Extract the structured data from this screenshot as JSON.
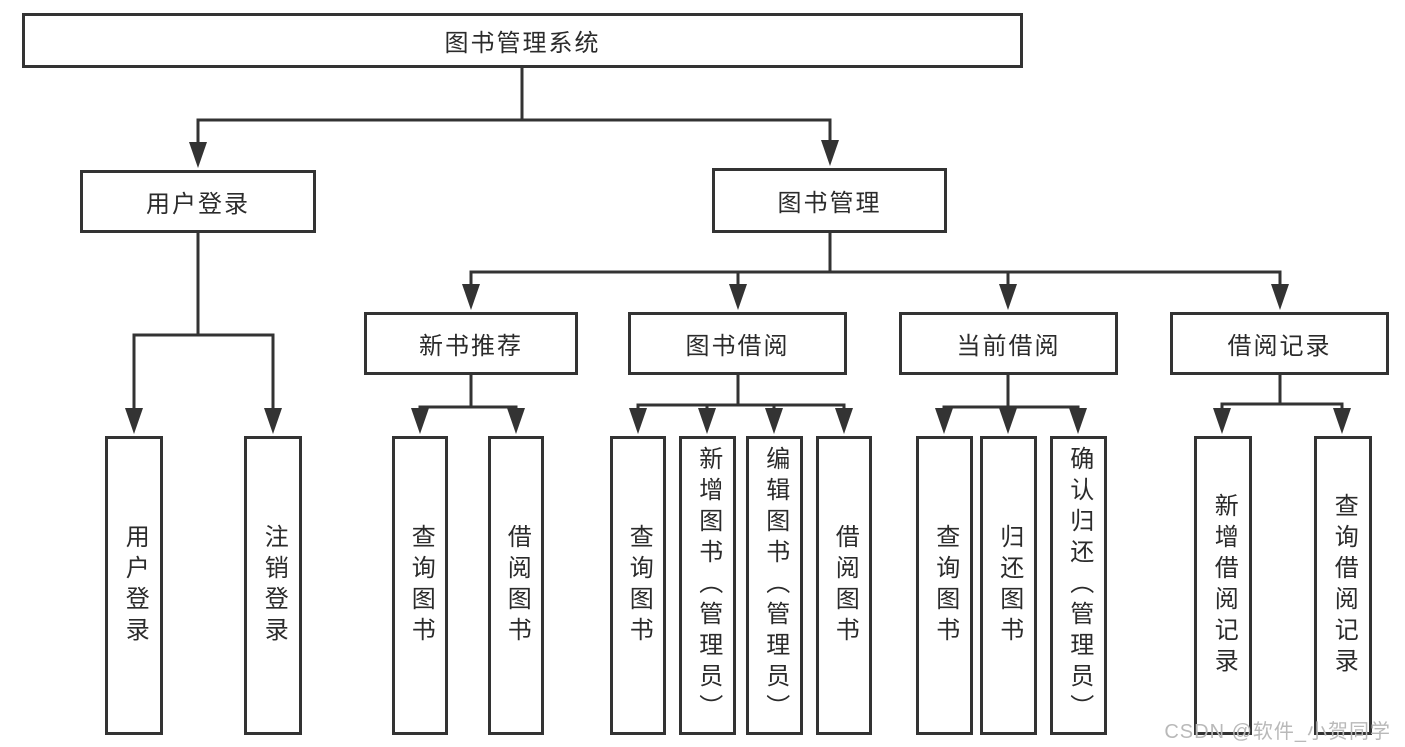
{
  "diagram": {
    "type": "tree",
    "root": {
      "label": "图书管理系统"
    },
    "branches": [
      {
        "label": "用户登录",
        "children": [
          {
            "label": "用户登录"
          },
          {
            "label": "注销登录"
          }
        ]
      },
      {
        "label": "图书管理",
        "children": [
          {
            "label": "新书推荐",
            "children": [
              {
                "label": "查询图书"
              },
              {
                "label": "借阅图书"
              }
            ]
          },
          {
            "label": "图书借阅",
            "children": [
              {
                "label": "查询图书"
              },
              {
                "label": "新增图书（管理员）"
              },
              {
                "label": "编辑图书（管理员）"
              },
              {
                "label": "借阅图书"
              }
            ]
          },
          {
            "label": "当前借阅",
            "children": [
              {
                "label": "查询图书"
              },
              {
                "label": "归还图书"
              },
              {
                "label": "确认归还（管理员）"
              }
            ]
          },
          {
            "label": "借阅记录",
            "children": [
              {
                "label": "新增借阅记录"
              },
              {
                "label": "查询借阅记录"
              }
            ]
          }
        ]
      }
    ]
  },
  "watermark": "CSDN @软件_小贺同学",
  "colors": {
    "line": "#333333",
    "border": "#333333",
    "text": "#2b2b2b",
    "watermark": "#b9b9b9",
    "background": "#ffffff"
  }
}
